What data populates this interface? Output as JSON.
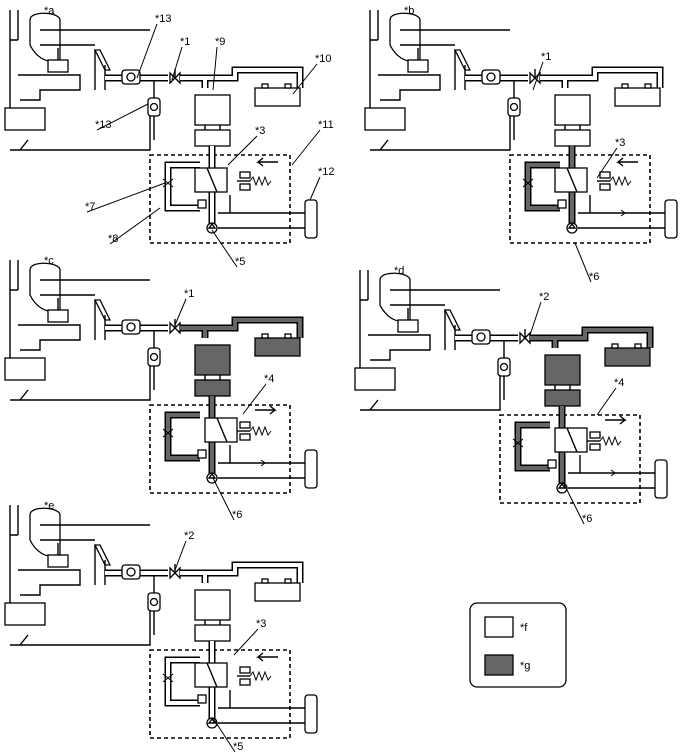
{
  "panels": [
    {
      "id": "a",
      "label": "*a",
      "callouts": [
        "*13",
        "*1",
        "*9",
        "*10",
        "*13",
        "*3",
        "*11",
        "*12",
        "*7",
        "*8",
        "*5"
      ]
    },
    {
      "id": "b",
      "label": "*b",
      "callouts": [
        "*1",
        "*3",
        "*6"
      ]
    },
    {
      "id": "c",
      "label": "*c",
      "callouts": [
        "*1",
        "*4",
        "*6"
      ]
    },
    {
      "id": "d",
      "label": "*d",
      "callouts": [
        "*2",
        "*4",
        "*6"
      ]
    },
    {
      "id": "e",
      "label": "*e",
      "callouts": [
        "*2",
        "*3",
        "*5"
      ]
    }
  ],
  "legend": {
    "unpressurized_label": "*f",
    "pressurized_label": "*g",
    "unpressurized_color": "#ffffff",
    "pressurized_color": "#666666"
  }
}
